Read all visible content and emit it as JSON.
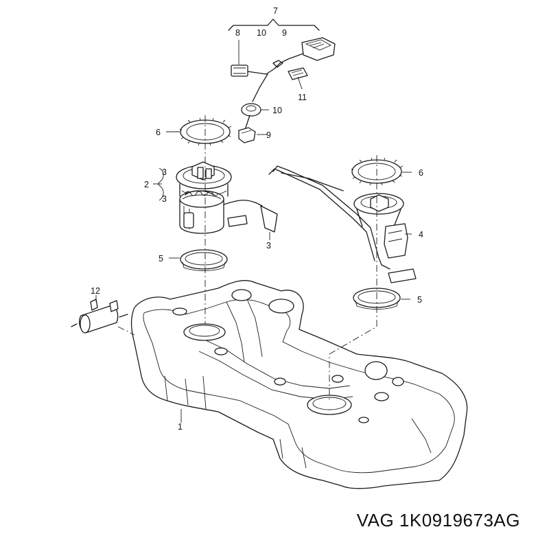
{
  "callouts": {
    "c1": "1",
    "c2": "2",
    "c3a": "3",
    "c3b": "3",
    "c4": "4",
    "c5a": "5",
    "c5b": "5",
    "c6a": "6",
    "c6b": "6",
    "c7": "7",
    "c8": "8",
    "c9a": "9",
    "c9b": "9",
    "c10a": "10",
    "c10b": "10",
    "c11": "11",
    "c12": "12"
  },
  "footer": {
    "brand": "VAG",
    "part_number": "1K0919673AG"
  }
}
